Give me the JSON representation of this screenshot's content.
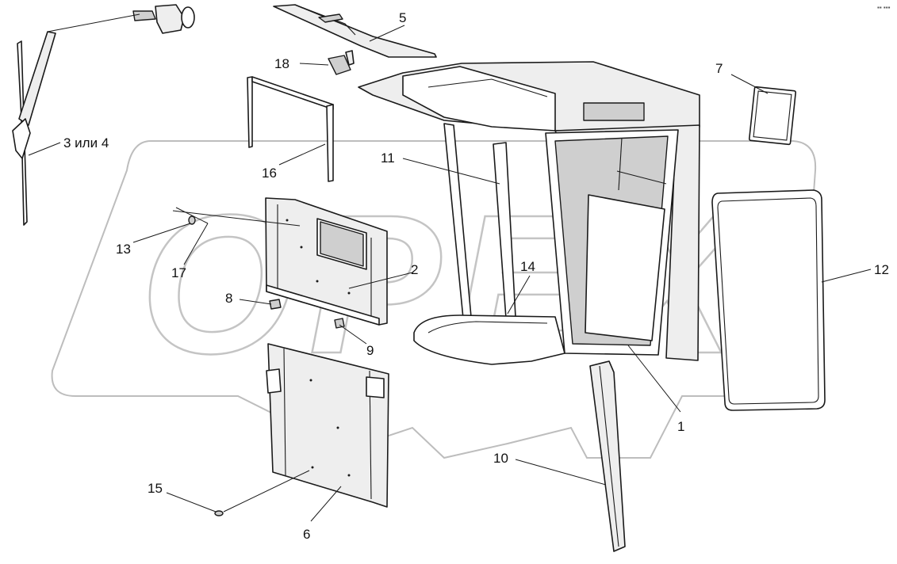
{
  "labels": {
    "l1": "1",
    "l2": "2",
    "l3": "3 или 4",
    "l5": "5",
    "l6": "6",
    "l7": "7",
    "l8": "8",
    "l9": "9",
    "l10": "10",
    "l11": "11",
    "l12": "12",
    "l13": "13",
    "l14": "14",
    "l15": "15",
    "l16": "16",
    "l17": "17",
    "l18": "18"
  },
  "watermark": {
    "text": "OPEX"
  },
  "corner_mark": "▪▪ ▪▪▪"
}
